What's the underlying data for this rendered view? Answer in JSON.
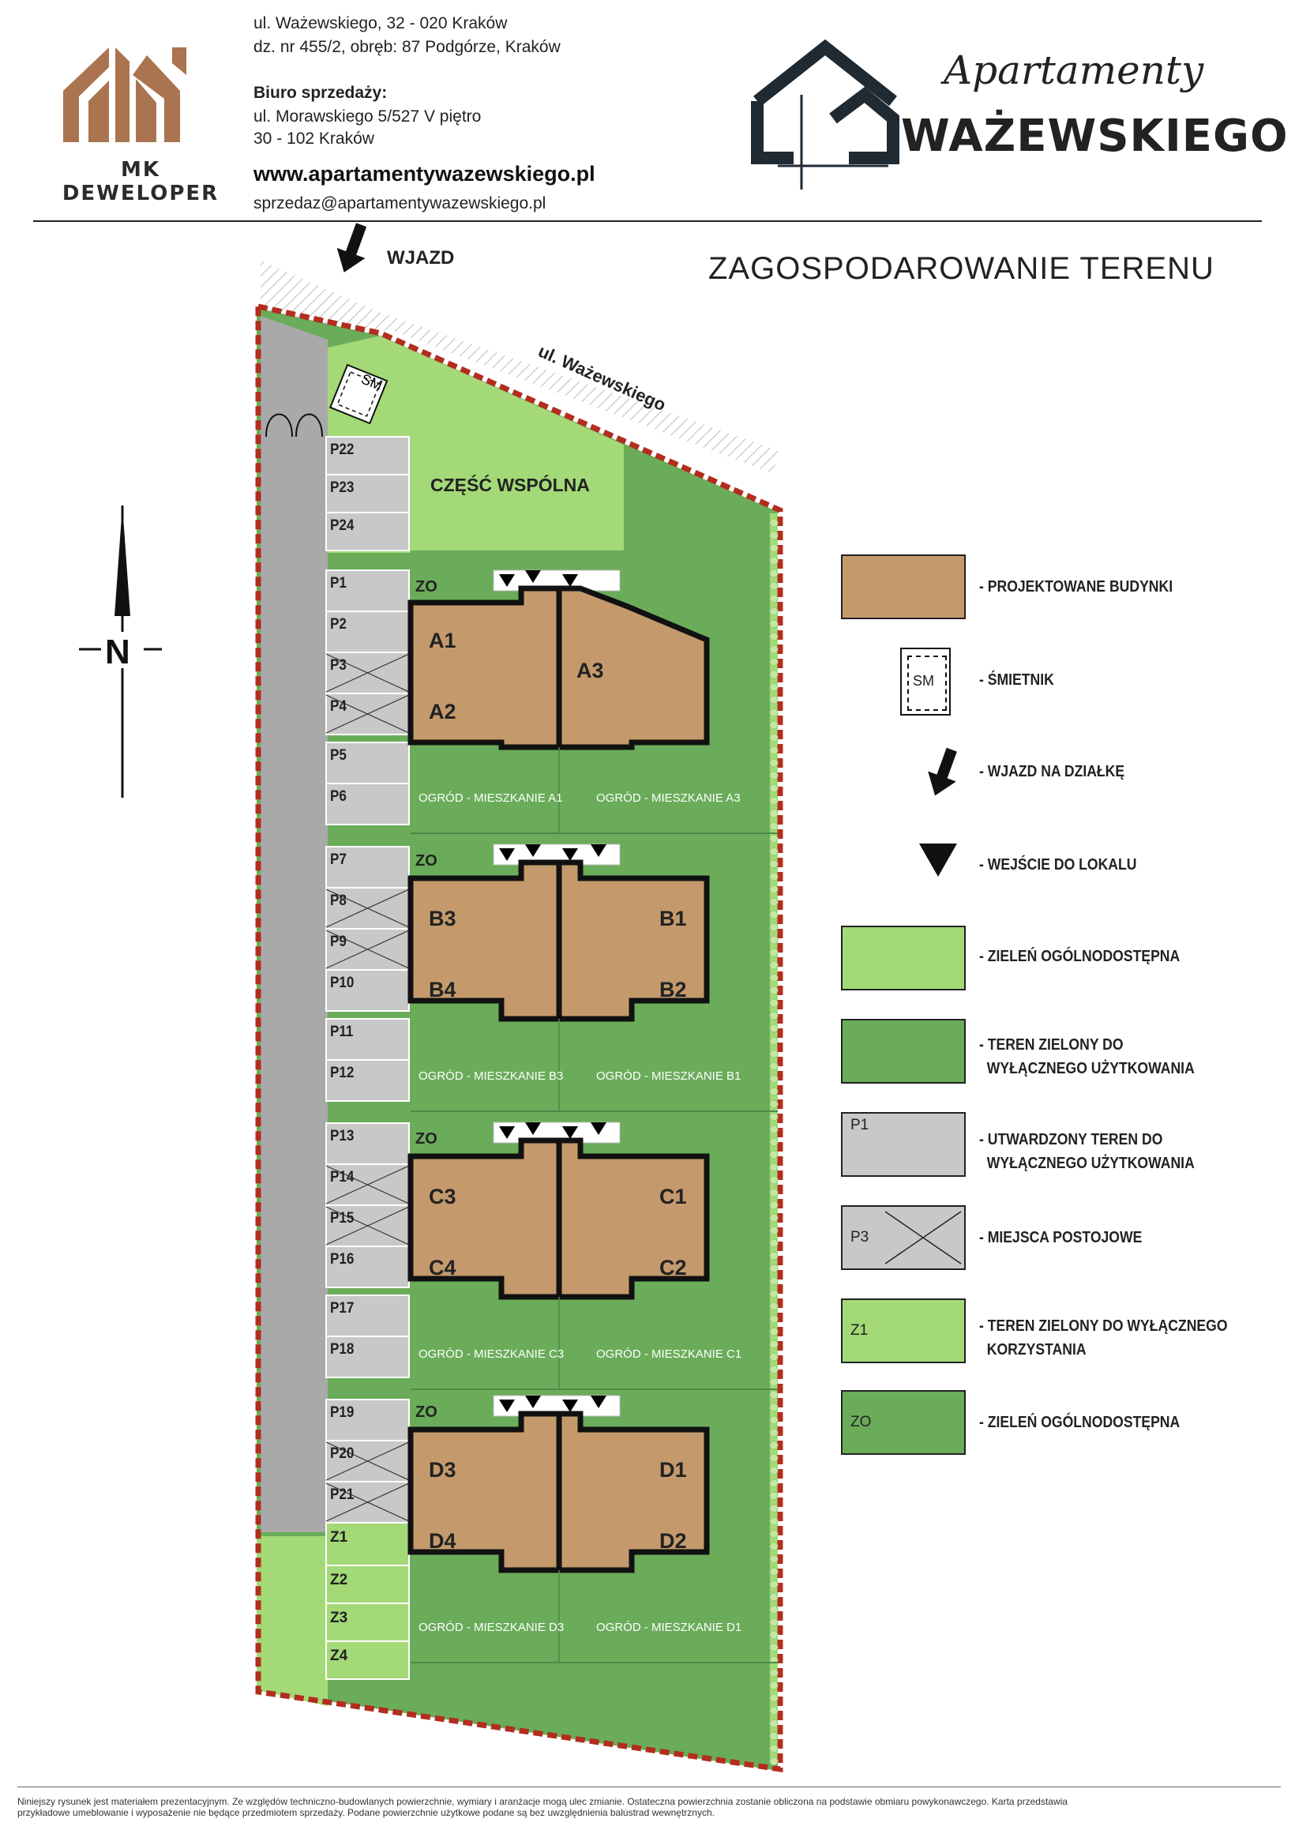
{
  "header": {
    "developer_logo_label": "MK DEWELOPER",
    "address_line1": "ul. Ważewskiego, 32 - 020 Kraków",
    "address_line2": "dz. nr 455/2, obręb: 87 Podgórze, Kraków",
    "sales_title": "Biuro sprzedaży:",
    "sales_line1": "ul. Morawskiego 5/527 V piętro",
    "sales_line2": "30 - 102 Kraków",
    "website": "www.apartamentywazewskiego.pl",
    "email": "sprzedaz@apartamentywazewskiego.pl",
    "brand_script": "Apartamenty",
    "brand_name": "WAŻEWSKIEGO"
  },
  "title": "ZAGOSPODAROWANIE TERENU",
  "map": {
    "entrance_label": "WJAZD",
    "street_label": "ul. Ważewskiego",
    "common_area_label": "CZĘŚĆ WSPÓLNA",
    "bin_label": "SM",
    "north_label": "N",
    "parking_labels": [
      "P22",
      "P23",
      "P24",
      "P1",
      "P2",
      "P3",
      "P4",
      "P5",
      "P6",
      "P7",
      "P8",
      "P9",
      "P10",
      "P11",
      "P12",
      "P13",
      "P14",
      "P15",
      "P16",
      "P17",
      "P18",
      "P19",
      "P20",
      "P21"
    ],
    "private_green_labels": [
      "Z1",
      "Z2",
      "Z3",
      "Z4"
    ],
    "common_green_label": "ZO",
    "buildings": [
      {
        "left_labels": [
          "A1",
          "A2"
        ],
        "right_labels": [
          "A3"
        ],
        "garden_left": "OGRÓD - MIESZKANIE A1",
        "garden_right": "OGRÓD - MIESZKANIE A3"
      },
      {
        "left_labels": [
          "B3",
          "B4"
        ],
        "right_labels": [
          "B1",
          "B2"
        ],
        "garden_left": "OGRÓD - MIESZKANIE B3",
        "garden_right": "OGRÓD - MIESZKANIE B1"
      },
      {
        "left_labels": [
          "C3",
          "C4"
        ],
        "right_labels": [
          "C1",
          "C2"
        ],
        "garden_left": "OGRÓD - MIESZKANIE C3",
        "garden_right": "OGRÓD - MIESZKANIE C1"
      },
      {
        "left_labels": [
          "D3",
          "D4"
        ],
        "right_labels": [
          "D1",
          "D2"
        ],
        "garden_left": "OGRÓD - MIESZKANIE D3",
        "garden_right": "OGRÓD - MIESZKANIE D1"
      }
    ]
  },
  "legend": {
    "items": [
      {
        "label": "- PROJEKTOWANE BUDYNKI",
        "inner": ""
      },
      {
        "label": "- ŚMIETNIK",
        "inner": "SM"
      },
      {
        "label": "- WJAZD NA DZIAŁKĘ",
        "inner": ""
      },
      {
        "label": "- WEJŚCIE DO LOKALU",
        "inner": ""
      },
      {
        "label": "- ZIELEŃ OGÓLNODOSTĘPNA",
        "inner": ""
      },
      {
        "label": "- TEREN ZIELONY DO\n  WYŁĄCZNEGO UŻYTKOWANIA",
        "inner": ""
      },
      {
        "label": "- UTWARDZONY TEREN DO\n  WYŁĄCZNEGO UŻYTKOWANIA",
        "inner": "P1"
      },
      {
        "label": "- MIEJSCA POSTOJOWE",
        "inner": "P3"
      },
      {
        "label": "- TEREN ZIELONY DO WYŁĄCZNEGO\n  KORZYSTANIA",
        "inner": "Z1"
      },
      {
        "label": "- ZIELEŃ OGÓLNODOSTĘPNA",
        "inner": "ZO"
      }
    ]
  },
  "colors": {
    "building": "#c49a6c",
    "light_green": "#a3d977",
    "dark_green": "#6aac5a",
    "paved": "#c8c8c8",
    "road": "#a9a9a9",
    "boundary": "#b32d1e",
    "logo_copper": "#a9744f"
  },
  "footer": {
    "line1": "Niniejszy rysunek jest materiałem prezentacyjnym. Ze względów techniczno-budowlanych powierzchnie, wymiary i aranżacje mogą ulec zmianie. Ostateczna powierzchnia zostanie obliczona na podstawie obmiaru powykonawczego. Karta przedstawia",
    "line2": "przykładowe umeblowanie i wyposażenie nie będące przedmiotem sprzedaży. Podane powierzchnie użytkowe podane są bez uwzględnienia balustrad wewnętrznych."
  }
}
